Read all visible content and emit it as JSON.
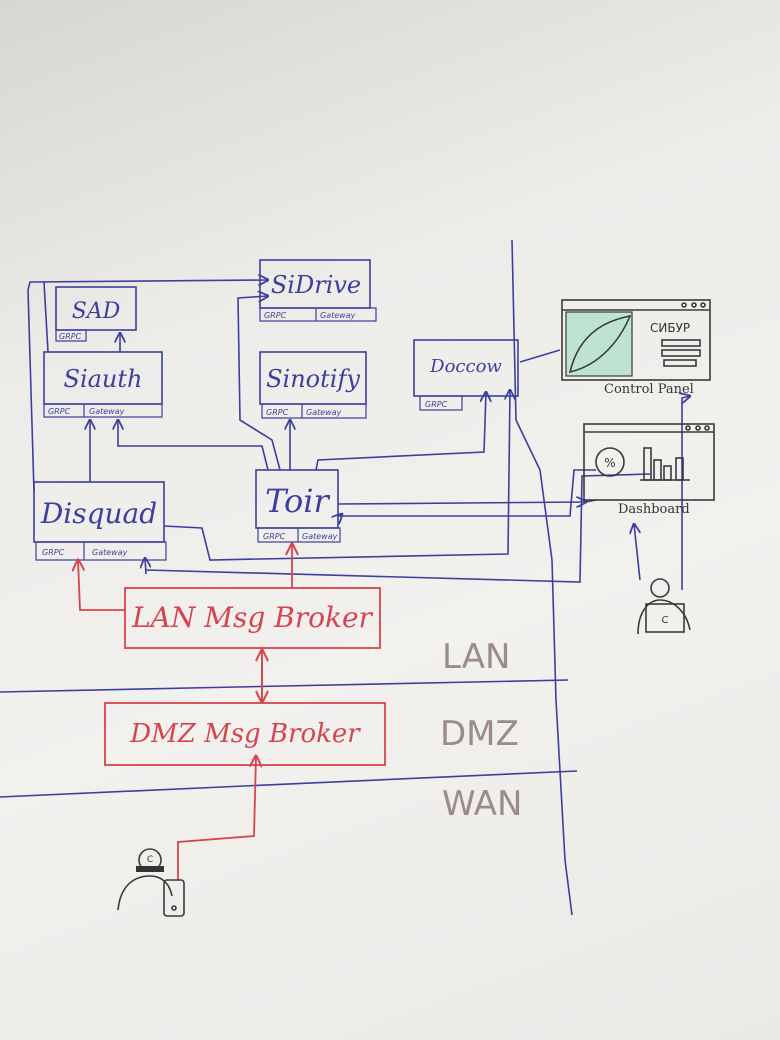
{
  "services": {
    "sad": {
      "name": "SAD",
      "port1": "GRPC"
    },
    "siauth": {
      "name": "Siauth",
      "port1": "GRPC",
      "port2": "Gateway"
    },
    "sidrive": {
      "name": "SiDrive",
      "port1": "GRPC",
      "port2": "Gateway"
    },
    "sinotify": {
      "name": "Sinotify",
      "port1": "GRPC",
      "port2": "Gateway"
    },
    "doccow": {
      "name": "Doccow",
      "port1": "GRPC"
    },
    "disquad": {
      "name": "Disquad",
      "port1": "GRPC",
      "port2": "Gateway"
    },
    "toir": {
      "name": "Toir",
      "port1": "GRPC",
      "port2": "Gateway"
    }
  },
  "brokers": {
    "lan": "LAN Msg Broker",
    "dmz": "DMZ Msg Broker"
  },
  "zones": {
    "lan": "LAN",
    "dmz": "DMZ",
    "wan": "WAN"
  },
  "clients": {
    "control_panel": {
      "label": "Control Panel",
      "brand": "СИБУР"
    },
    "dashboard": {
      "label": "Dashboard",
      "gauge": "%"
    },
    "internal_user_badge": "C",
    "external_user_badge": "C"
  },
  "colors": {
    "diagram_lines": "#3d3f9e",
    "broker_lines": "#d6454f",
    "zone_labels": "#9c8c86",
    "whiteboard": "#f2f1ee"
  }
}
